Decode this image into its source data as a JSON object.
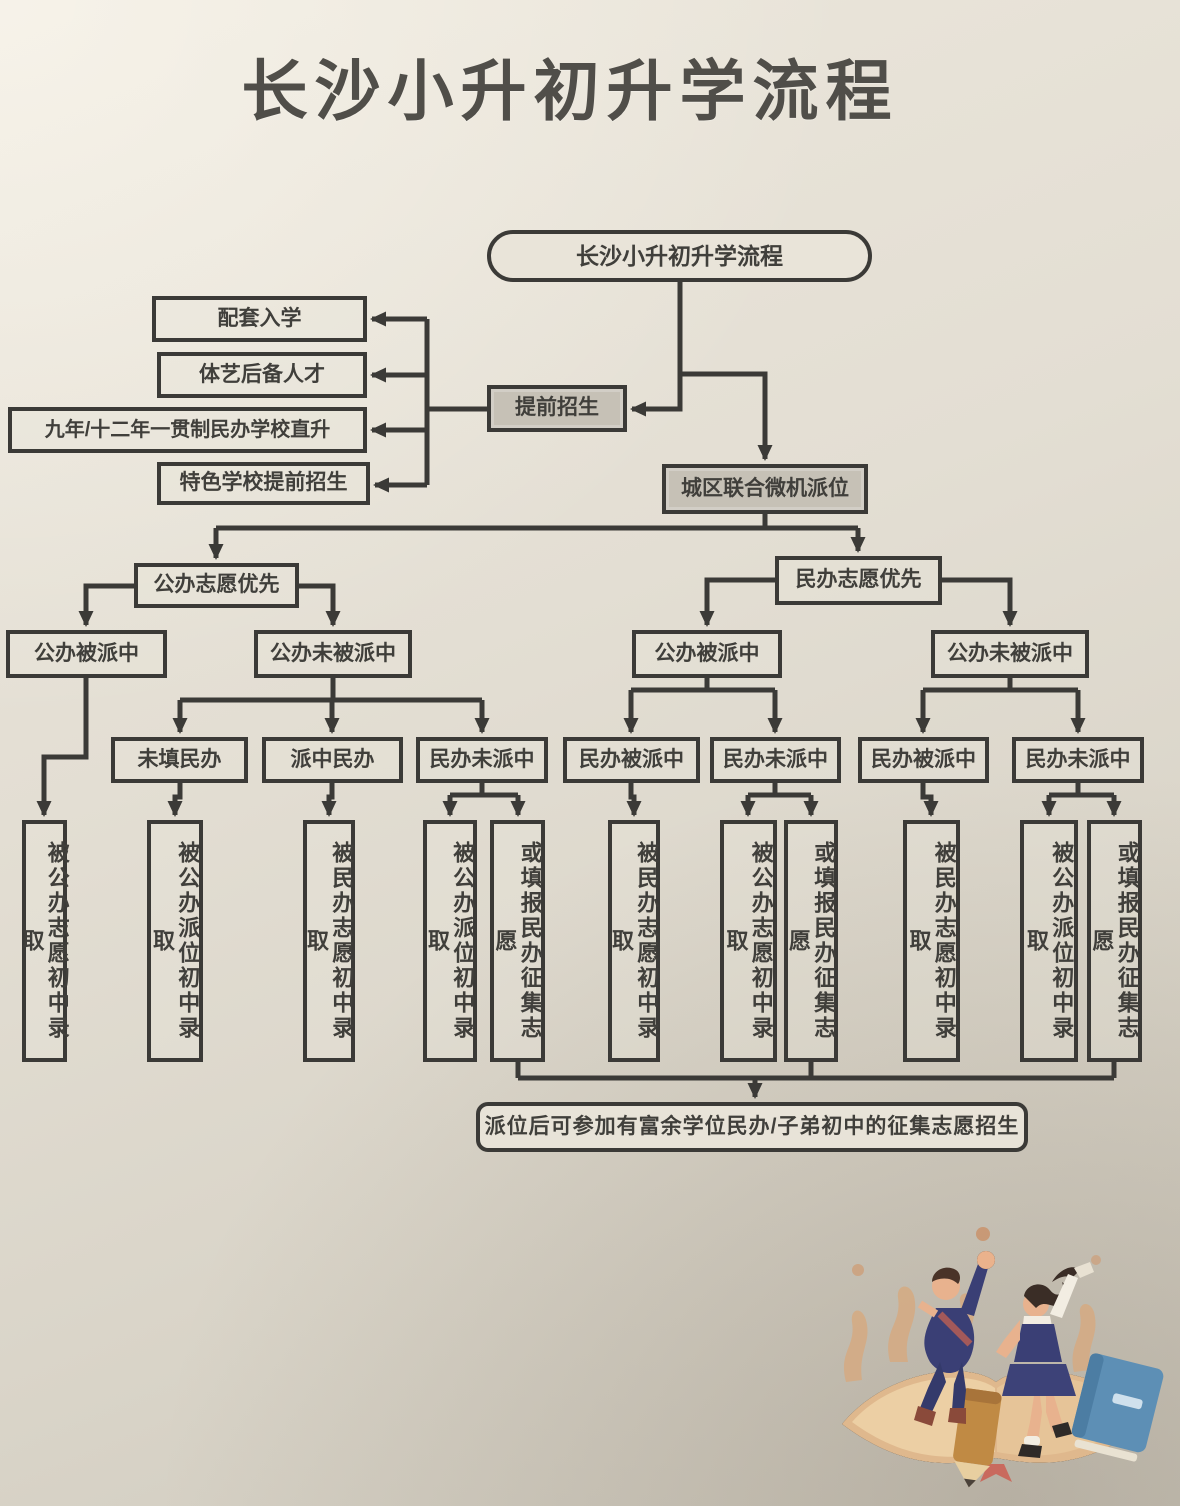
{
  "title": "长沙小升初升学流程",
  "colors": {
    "ink": "#3b3a37",
    "paper": "#e4dfd4",
    "shaded_box": "#c6c1b6"
  },
  "flow": {
    "root": "长沙小升初升学流程",
    "early": {
      "label": "提前招生",
      "items": [
        "配套入学",
        "体艺后备人才",
        "九年/十二年一贯制民办学校直升",
        "特色学校提前招生"
      ]
    },
    "lottery": "城区联合微机派位",
    "public_first": {
      "label": "公办志愿优先",
      "public_assigned": {
        "label": "公办被派中",
        "outcome": "被公办志愿初中录取"
      },
      "public_unassigned": {
        "label": "公办未被派中",
        "no_private": {
          "label": "未填民办",
          "outcome": "被公办派位初中录取"
        },
        "private_assigned": {
          "label": "派中民办",
          "outcome": "被民办志愿初中录取"
        },
        "private_unassigned": {
          "label": "民办未派中",
          "outcome1": "被公办派位初中录取",
          "outcome2": "或填报民办征集志愿"
        }
      }
    },
    "private_first": {
      "label": "民办志愿优先",
      "public_assigned": {
        "label": "公办被派中",
        "private_assigned": {
          "label": "民办被派中",
          "outcome": "被民办志愿初中录取"
        },
        "private_unassigned": {
          "label": "民办未派中",
          "outcome1": "被公办志愿初中录取",
          "outcome2": "或填报民办征集志愿"
        }
      },
      "public_unassigned": {
        "label": "公办未被派中",
        "private_assigned": {
          "label": "民办被派中",
          "outcome": "被民办志愿初中录取"
        },
        "private_unassigned": {
          "label": "民办未派中",
          "outcome1": "被公办派位初中录取",
          "outcome2": "或填报民办征集志愿"
        }
      }
    },
    "footer": "派位后可参加有富余学位民办/子弟初中的征集志愿招生"
  },
  "illustration": {
    "icons": [
      "open-book",
      "jumping-boy-student",
      "jumping-girl-student",
      "pencil",
      "blue-book",
      "confetti-dots"
    ]
  }
}
